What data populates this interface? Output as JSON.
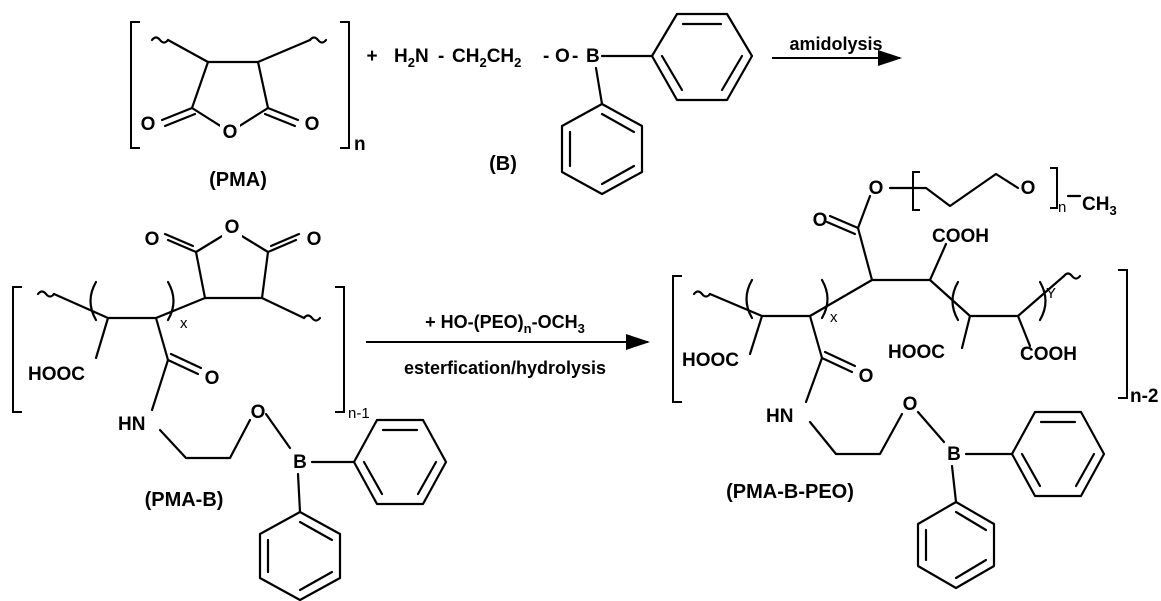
{
  "compounds": {
    "pma": {
      "label": "(PMA)",
      "atom_o": "O",
      "repeat": "n"
    },
    "b": {
      "label": "(B)",
      "plus": "+",
      "h2n": "H",
      "h2n_sub": "2",
      "n": "N",
      "ch2a": "CH",
      "ch2a_sub": "2",
      "ch2b": "CH",
      "ch2b_sub": "2",
      "dash": "-",
      "o": "O",
      "boron": "B"
    },
    "pma_b": {
      "label": "(PMA-B)",
      "hooc": "HOOC",
      "hn": "HN",
      "o": "O",
      "boron": "B",
      "sub_x": "x",
      "repeat": "n-1"
    },
    "pma_b_peo": {
      "label": "(PMA-B-PEO)",
      "hooc": "HOOC",
      "cooh": "COOH",
      "hn": "HN",
      "o": "O",
      "boron": "B",
      "ch3": "CH",
      "ch3_sub": "3",
      "peo_n": "n",
      "sub_x": "x",
      "sub_y": "Y",
      "repeat": "n-2"
    }
  },
  "reactions": {
    "step1": {
      "label": "amidolysis"
    },
    "step2": {
      "reagent_prefix": "+ HO-(PEO)",
      "reagent_sub": "n",
      "reagent_suffix": "-OCH",
      "reagent_suffix_sub": "3",
      "conditions": "esterfication/hydrolysis"
    }
  }
}
